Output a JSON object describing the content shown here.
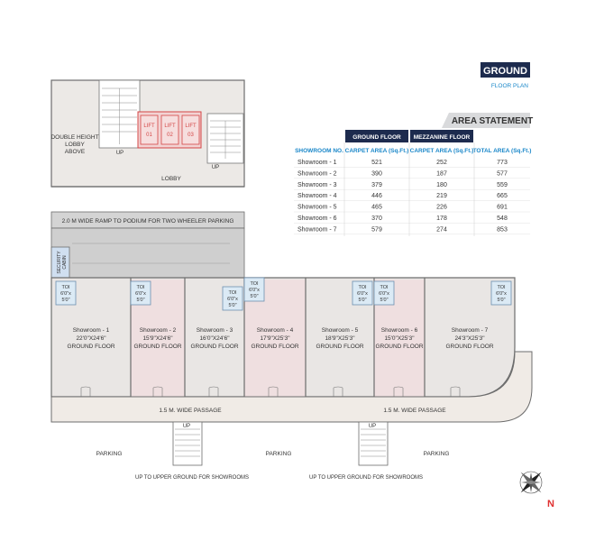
{
  "title": {
    "main": "GROUND",
    "sub": "FLOOR PLAN"
  },
  "area_statement": {
    "heading": "AREA STATEMENT",
    "group_headers": [
      "GROUND FLOOR",
      "MEZZANINE FLOOR"
    ],
    "columns": [
      "SHOWROOM NO.",
      "CARPET AREA (Sq.Ft.)",
      "CARPET AREA (Sq.Ft.)",
      "TOTAL AREA (Sq.Ft.)"
    ],
    "rows": [
      {
        "name": "Showroom - 1",
        "ground": "521",
        "mezz": "252",
        "total": "773"
      },
      {
        "name": "Showroom - 2",
        "ground": "390",
        "mezz": "187",
        "total": "577"
      },
      {
        "name": "Showroom - 3",
        "ground": "379",
        "mezz": "180",
        "total": "559"
      },
      {
        "name": "Showroom - 4",
        "ground": "446",
        "mezz": "219",
        "total": "665"
      },
      {
        "name": "Showroom - 5",
        "ground": "465",
        "mezz": "226",
        "total": "691"
      },
      {
        "name": "Showroom - 6",
        "ground": "370",
        "mezz": "178",
        "total": "548"
      },
      {
        "name": "Showroom - 7",
        "ground": "579",
        "mezz": "274",
        "total": "853"
      }
    ]
  },
  "plan": {
    "lifts": [
      "LIFT",
      "01",
      "02",
      "03"
    ],
    "lobby_above": [
      "DOUBLE HEIGHT",
      "LOBBY",
      "ABOVE"
    ],
    "lobby": "LOBBY",
    "up": "UP",
    "ramp": "2.0 M WIDE RAMP TO PODIUM FOR TWO WHEELER PARKING",
    "security": [
      "SECURITY",
      "CABIN"
    ],
    "toilet": [
      "TOI",
      "6'0\"x",
      "5'0\""
    ],
    "showrooms": [
      {
        "name": "Showroom - 1",
        "size": "22'0\"X24'6\"",
        "floor": "GROUND FLOOR"
      },
      {
        "name": "Showroom - 2",
        "size": "15'9\"X24'6\"",
        "floor": "GROUND FLOOR"
      },
      {
        "name": "Showroom - 3",
        "size": "16'0\"X24'6\"",
        "floor": "GROUND FLOOR"
      },
      {
        "name": "Showroom - 4",
        "size": "17'9\"X25'3\"",
        "floor": "GROUND FLOOR"
      },
      {
        "name": "Showroom - 5",
        "size": "18'9\"X25'3\"",
        "floor": "GROUND FLOOR"
      },
      {
        "name": "Showroom - 6",
        "size": "15'0\"X25'3\"",
        "floor": "GROUND FLOOR"
      },
      {
        "name": "Showroom - 7",
        "size": "24'3\"X25'3\"",
        "floor": "GROUND FLOOR"
      }
    ],
    "passage": "1.5 M. WIDE PASSAGE",
    "parking": "PARKING",
    "up_to_upper": "UP TO UPPER GROUND FOR SHOWROOMS",
    "north": "N"
  }
}
